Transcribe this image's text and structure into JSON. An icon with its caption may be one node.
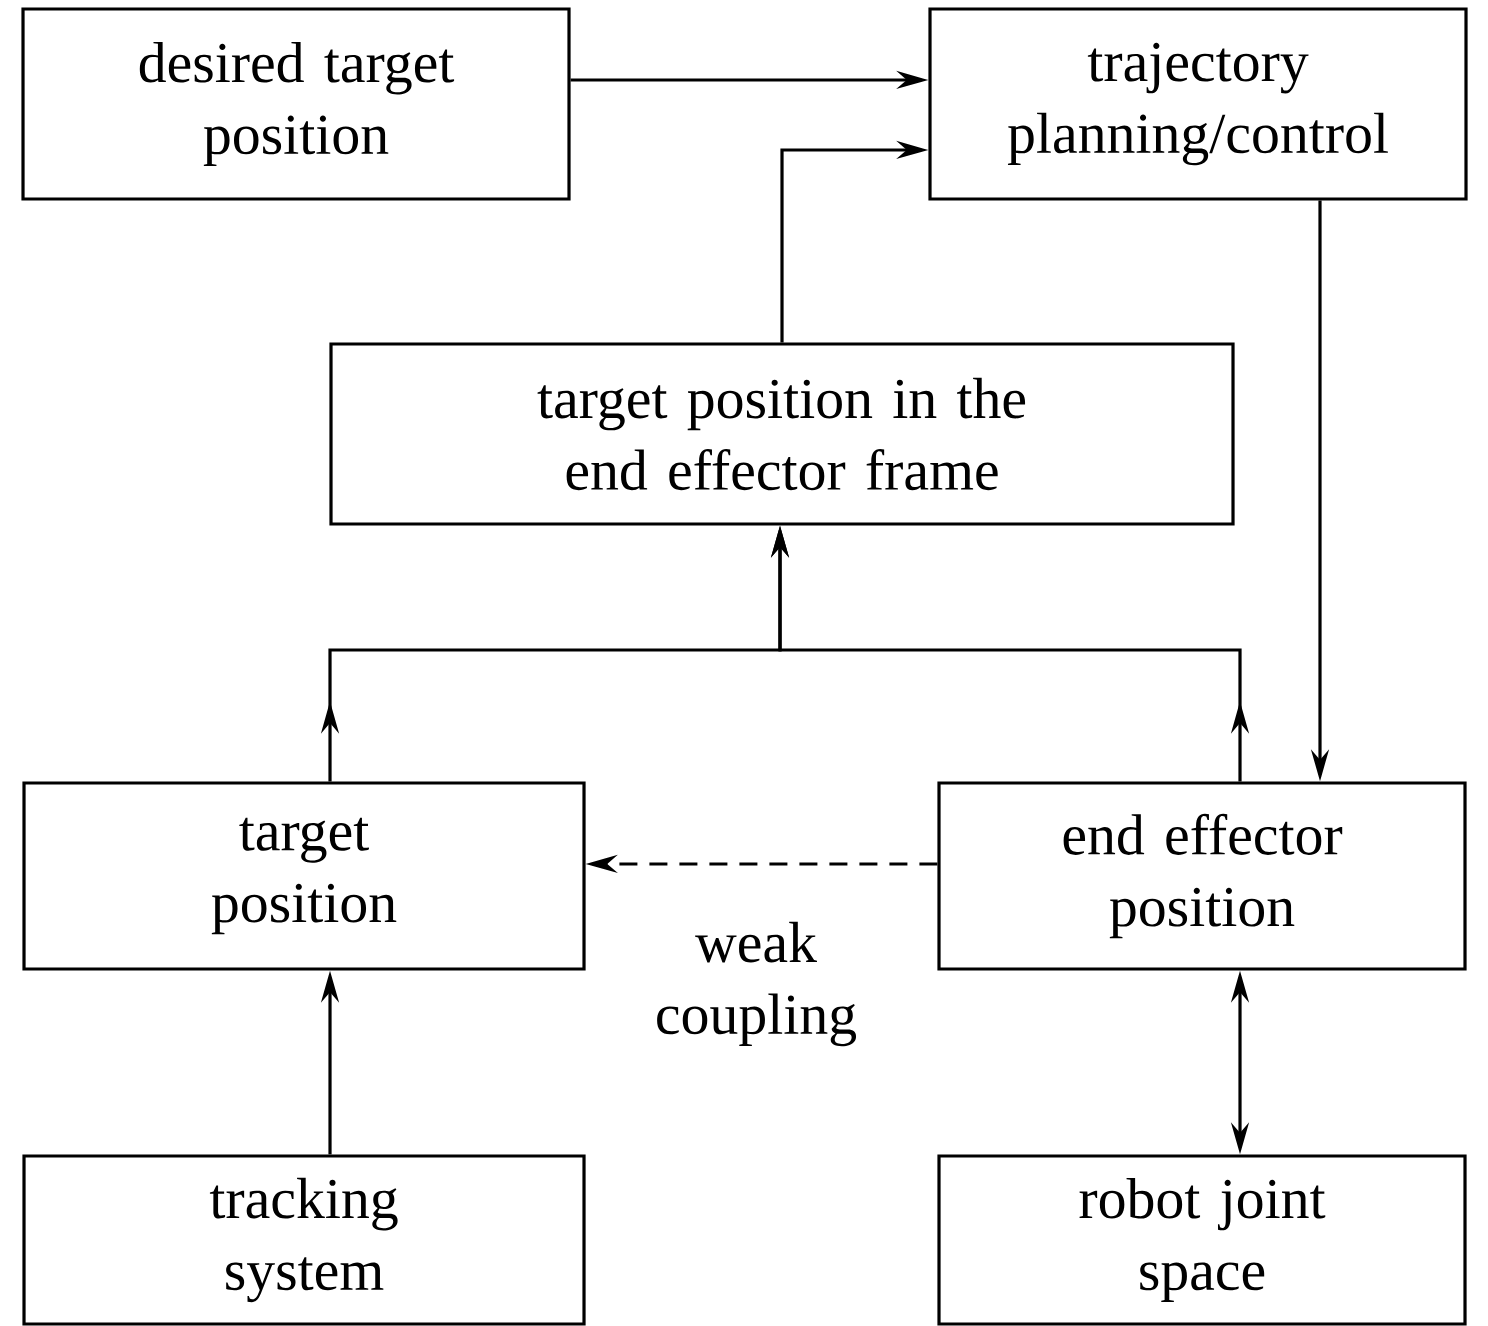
{
  "diagram": {
    "nodes": [
      {
        "text": [
          "desired target position"
        ]
      },
      {
        "text": [
          "trajectory planning/control"
        ]
      },
      {
        "text": [
          "target position in the end effector frame"
        ]
      },
      {
        "text": [
          "target position"
        ]
      },
      {
        "text": [
          "end effector position"
        ]
      },
      {
        "text": [
          "tracking system"
        ]
      },
      {
        "text": [
          "robot joint space"
        ]
      }
    ],
    "edges": [
      {
        "from": 0,
        "to": 1,
        "arrow": "to"
      },
      {
        "from": 2,
        "to": 1,
        "arrow": "to"
      },
      {
        "from": 1,
        "to": 4,
        "arrow": "to"
      },
      {
        "from": 3,
        "to": 2,
        "arrow": "to"
      },
      {
        "from": 4,
        "to": 2,
        "arrow": "to"
      },
      {
        "from": 4,
        "to": 3,
        "arrow": "to",
        "style": "dashed",
        "label": "weak coupling"
      },
      {
        "from": 5,
        "to": 3,
        "arrow": "to"
      },
      {
        "from": 4,
        "to": 6,
        "arrow": "both"
      }
    ]
  }
}
